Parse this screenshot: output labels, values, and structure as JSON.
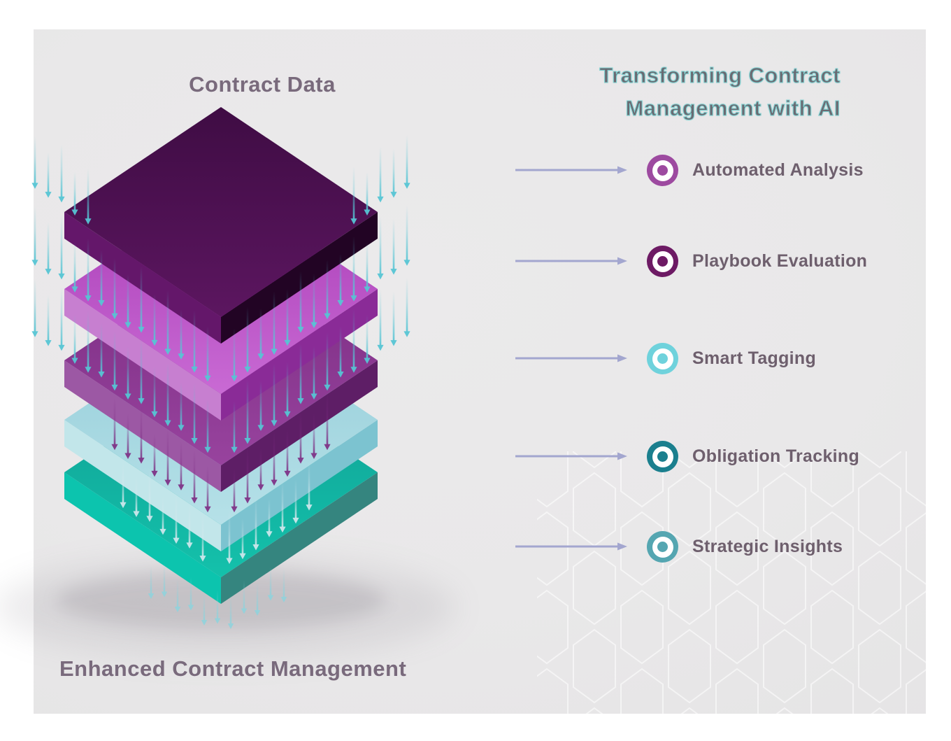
{
  "page": {
    "background": "#ffffff",
    "panel_background": "#e9e8e9"
  },
  "stack": {
    "top_label": "Contract Data",
    "bottom_label": "Enhanced Contract Management",
    "label_color": "#796a7c",
    "layers": [
      {
        "name": "layer-1-top",
        "top_from": "#3f0c44",
        "top_to": "#5c1660",
        "left": "#64176a",
        "right": "#220424"
      },
      {
        "name": "layer-2",
        "top_from": "#a93cb6",
        "top_to": "#c96ad4",
        "left": "#c77fd0",
        "right": "#8a2b97"
      },
      {
        "name": "layer-3",
        "top_from": "#7a2c81",
        "top_to": "#98439e",
        "left": "#9c58a4",
        "right": "#5e1e66"
      },
      {
        "name": "layer-4",
        "top_from": "#93ccd8",
        "top_to": "#b6e1e8",
        "left": "#c2e6ea",
        "right": "#7cc3d0"
      },
      {
        "name": "layer-5-bottom",
        "top_from": "#0f9e93",
        "top_to": "#14c1ab",
        "left": "#0cc4ae",
        "right": "#35857f"
      }
    ],
    "rain_colors": {
      "cyan": "#56c5d4",
      "purple": "#7c2a82",
      "pale": "#d6e9ee",
      "fade": "#8ad4de"
    }
  },
  "right_panel": {
    "title_line1": "Transforming Contract",
    "title_line2": "Management with AI",
    "title_color": "#6a6a72",
    "title_outline": "#7fd0d0",
    "arrow_color": "#a3a6cf",
    "label_color": "#6e5f6d",
    "items": [
      {
        "label": "Automated Analysis",
        "icon_color": "#9d4aa0"
      },
      {
        "label": "Playbook Evaluation",
        "icon_color": "#6d1a64"
      },
      {
        "label": "Smart Tagging",
        "icon_color": "#6fd2dc"
      },
      {
        "label": "Obligation Tracking",
        "icon_color": "#1b7f8e"
      },
      {
        "label": "Strategic Insights",
        "icon_color": "#55a6b1"
      }
    ]
  },
  "watermark": {
    "pattern": "hexagon-outline",
    "color": "#ffffff"
  }
}
